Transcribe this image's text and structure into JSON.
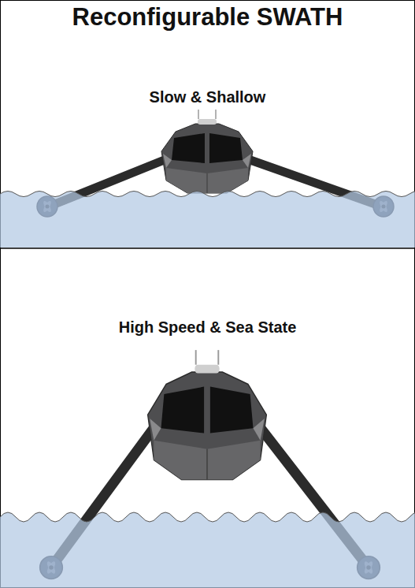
{
  "diagram": {
    "title": "Reconfigurable SWATH",
    "labels": [
      "Slow & Shallow",
      "High Speed & Sea State"
    ]
  }
}
